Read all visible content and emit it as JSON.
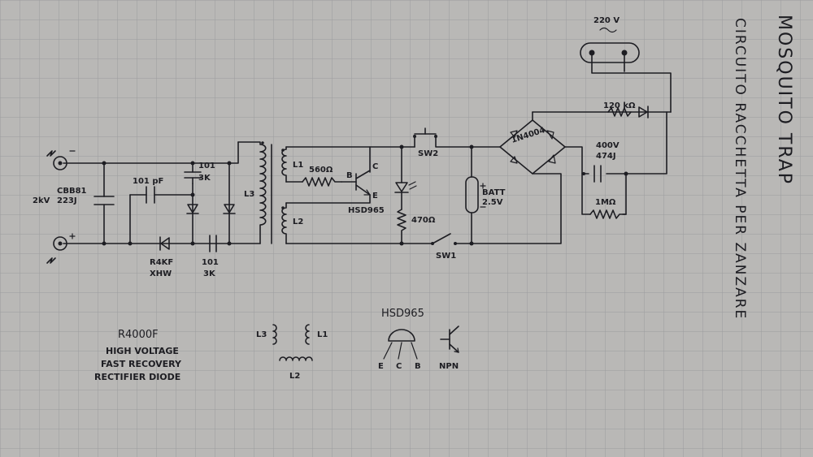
{
  "title": "MOSQUITO TRAP",
  "subtitle": "CIRCUITO RACCHETTA PER ZANZARE",
  "colors": {
    "paper": "#b9b8b6",
    "grid": "#9c9c9e",
    "ink": "#1d1d22"
  },
  "labels": {
    "mains": "220 V",
    "r_120k": "120 kΩ",
    "bridge": "1N4004",
    "cap_400v": "400V",
    "cap_474j": "474J",
    "r_1m": "1MΩ",
    "batt": "BATT",
    "batt_v": "2.5V",
    "sw2": "SW2",
    "sw1": "SW1",
    "r_560": "560Ω",
    "r_470": "470Ω",
    "transistor": "HSD965",
    "pin_b": "B",
    "pin_c": "C",
    "pin_e": "E",
    "coil_l1": "L1",
    "coil_l2": "L2",
    "coil_l3": "L3",
    "cap_cbb81": "CBB81",
    "cap_2kv": "2kV",
    "cap_223j": "223J",
    "cap_101pf": "101 pF",
    "cap_101_a": "101",
    "cap_3k_a": "3K",
    "cap_101_b": "101",
    "cap_3k_b": "3K",
    "diode_r4kf": "R4KF",
    "diode_xhw": "XHW"
  },
  "legend": {
    "diode_title": "R4000F",
    "diode_desc": [
      "HIGH VOLTAGE",
      "FAST RECOVERY",
      "RECTIFIER DIODE"
    ],
    "coil_l3": "L3",
    "coil_l1": "L1",
    "coil_l2": "L2",
    "transistor_title": "HSD965",
    "pins": [
      "E",
      "C",
      "B"
    ],
    "npn": "NPN"
  }
}
